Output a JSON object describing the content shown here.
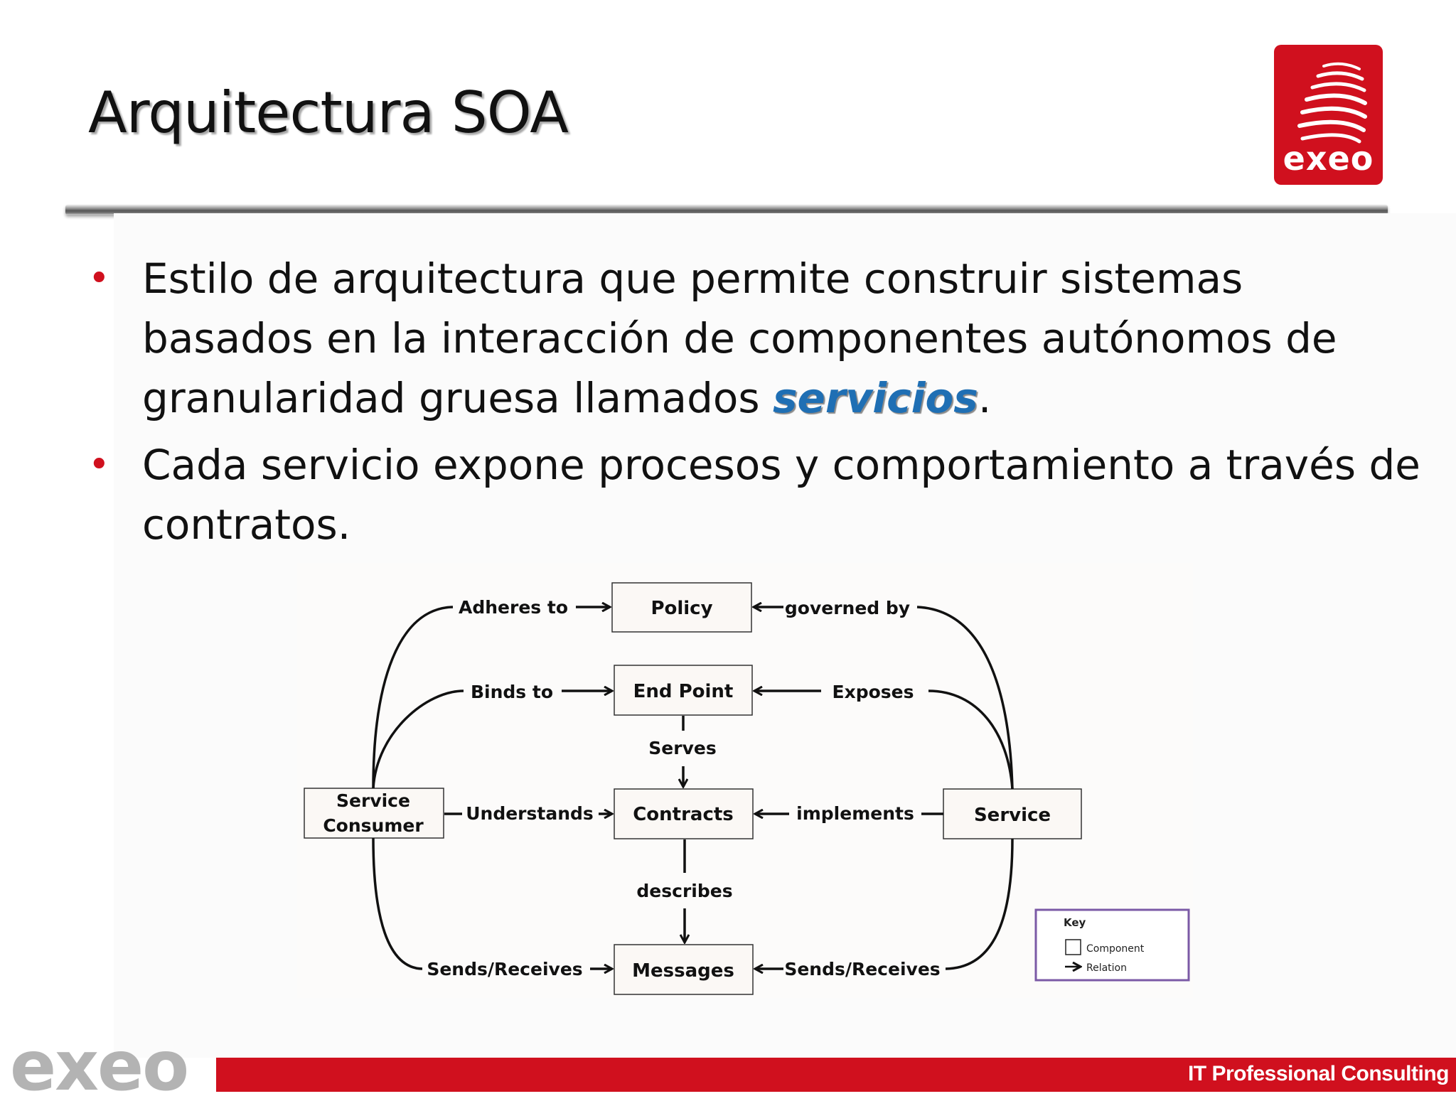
{
  "slide": {
    "title": "Arquitectura SOA",
    "logo_text": "exeo",
    "footer_logo": "exeo",
    "footer_tagline": "IT Professional Consulting"
  },
  "bullets": [
    {
      "before": "Estilo de arquitectura que permite construir sistemas basados en la interacción de componentes autónomos de granularidad gruesa llamados ",
      "keyword": "servicios",
      "after": "."
    },
    {
      "before": "Cada servicio expone procesos y comportamiento a través de contratos.",
      "keyword": "",
      "after": ""
    }
  ],
  "diagram": {
    "nodes": {
      "policy": "Policy",
      "endpoint": "End Point",
      "contracts": "Contracts",
      "messages": "Messages",
      "consumer_line1": "Service",
      "consumer_line2": "Consumer",
      "service": "Service"
    },
    "relations": {
      "adheres_to": "Adheres to",
      "governed_by": "governed by",
      "binds_to": "Binds to",
      "exposes": "Exposes",
      "serves": "Serves",
      "understands": "Understands",
      "implements": "implements",
      "describes": "describes",
      "sends_receives_left": "Sends/Receives",
      "sends_receives_right": "Sends/Receives"
    },
    "key": {
      "title": "Key",
      "component": "Component",
      "relation": "Relation"
    }
  },
  "colors": {
    "brand_red": "#d0101e",
    "keyword_blue": "#1f6fb4",
    "key_border": "#7b5aa6"
  }
}
